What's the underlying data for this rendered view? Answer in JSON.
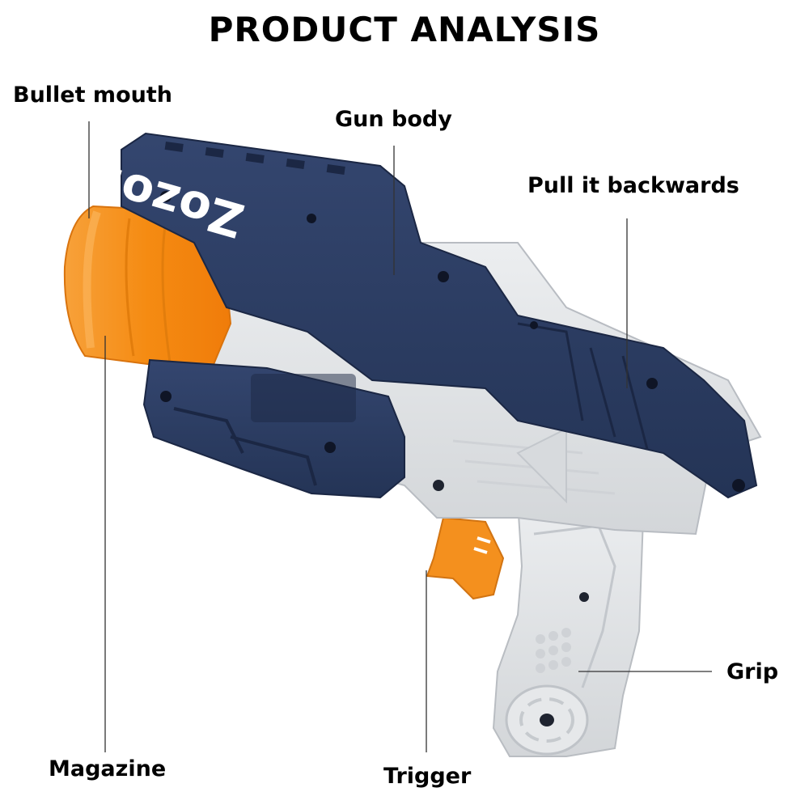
{
  "page": {
    "title": "PRODUCT ANALYSIS"
  },
  "labels": {
    "bullet_mouth": "Bullet mouth",
    "gun_body": "Gun body",
    "pull_backwards": "Pull it backwards",
    "grip": "Grip",
    "magazine": "Magazine",
    "trigger": "Trigger"
  },
  "product": {
    "logo_text": "Zozole",
    "colors": {
      "navy": "#2b3c63",
      "light_gray": "#e2e4e6",
      "orange": "#f4901e"
    }
  }
}
